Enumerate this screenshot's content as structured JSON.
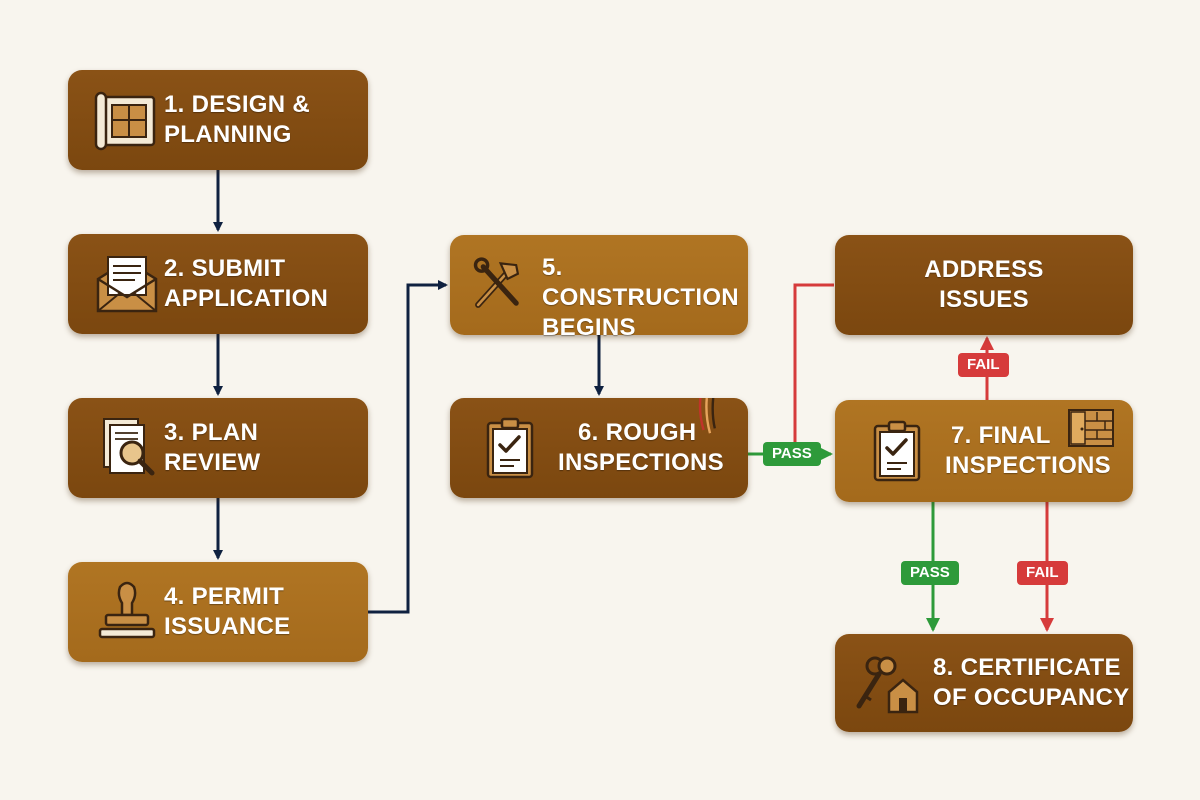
{
  "steps": {
    "design": {
      "line1": "1. DESIGN &",
      "line2": "PLANNING"
    },
    "submit": {
      "line1": "2. SUBMIT",
      "line2": "APPLICATION"
    },
    "review": {
      "line1": "3. PLAN",
      "line2": "REVIEW"
    },
    "permit": {
      "line1": "4. PERMIT",
      "line2": "ISSUANCE"
    },
    "construction": {
      "line1": "5. CONSTRUCTION",
      "line2": "BEGINS"
    },
    "rough": {
      "line1": "6. ROUGH",
      "line2": "INSPECTIONS"
    },
    "final": {
      "line1": "7. FINAL",
      "line2": "INSPECTIONS"
    },
    "certificate": {
      "line1": "8. CERTIFICATE",
      "line2": "OF OCCUPANCY"
    },
    "address": {
      "line1": "ADDRESS",
      "line2": "ISSUES"
    }
  },
  "badges": {
    "pass_rough": "PASS",
    "fail_address": "FAIL",
    "pass_final": "PASS",
    "fail_final": "FAIL"
  },
  "colors": {
    "flow": "#0f2140",
    "pass": "#2e9a3a",
    "fail": "#d63b3b",
    "box_dark": "#7b470f",
    "box_light": "#a46a1c",
    "background": "#f8f5ee"
  }
}
